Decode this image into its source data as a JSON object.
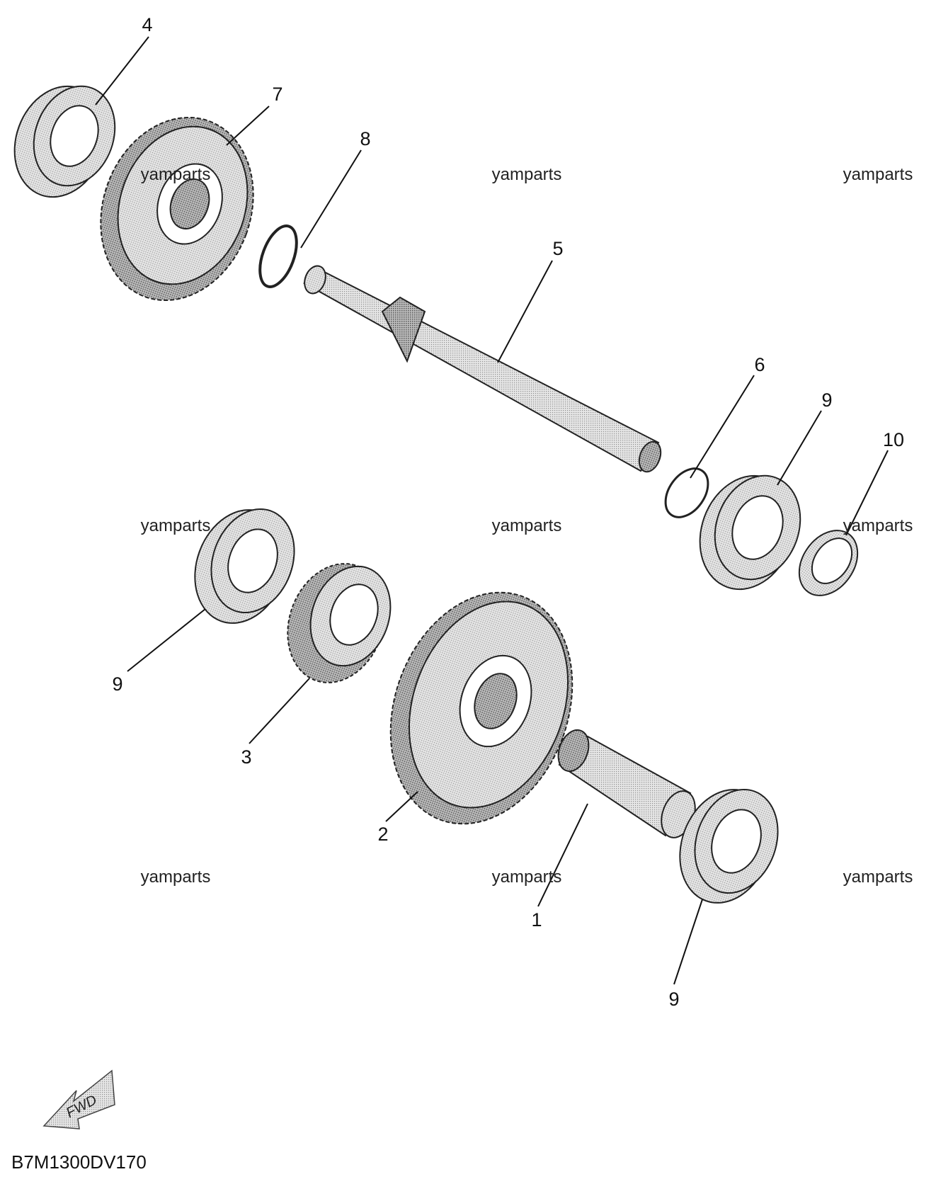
{
  "diagram": {
    "code": "B7M1300DV170",
    "fwd_label": "FWD",
    "watermark": "yamparts",
    "callouts": [
      "4",
      "7",
      "8",
      "5",
      "6",
      "9",
      "10",
      "9",
      "3",
      "2",
      "1",
      "9"
    ]
  }
}
